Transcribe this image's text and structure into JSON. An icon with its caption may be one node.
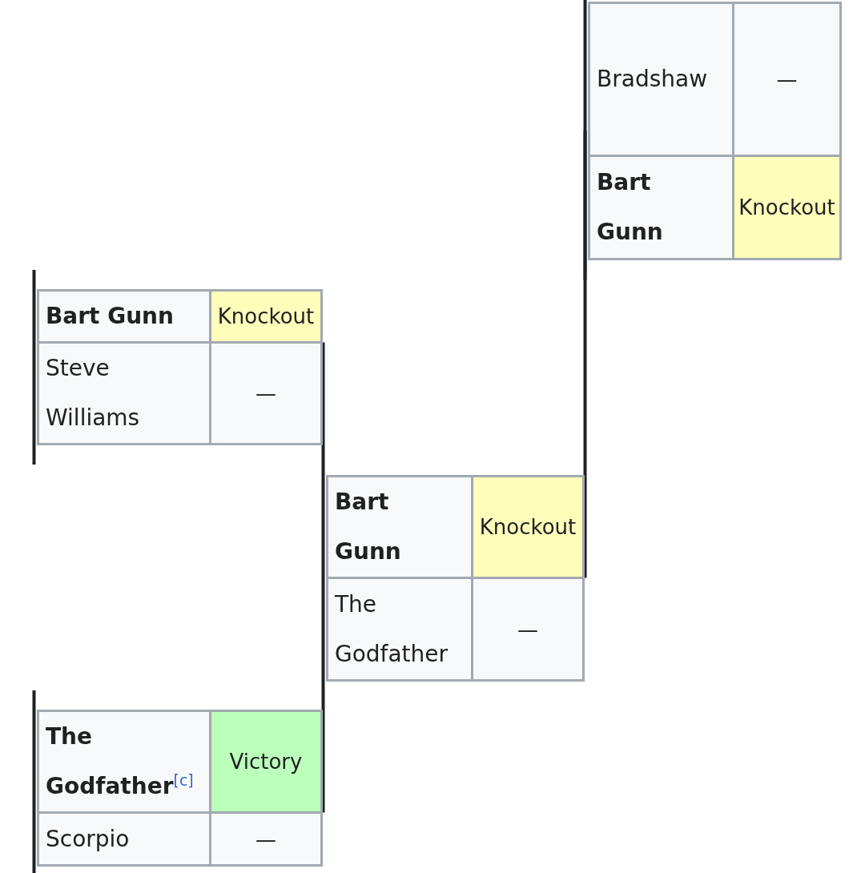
{
  "diagram": {
    "nodes": [
      {
        "text": [
          "Bart Gunn",
          "Knockout",
          "Steve Williams",
          "—"
        ]
      },
      {
        "text": [
          "The Godfather$^{[c]}$",
          "Victory",
          "Scorpio",
          "—"
        ]
      },
      {
        "text": [
          "Bart Gunn",
          "Knockout",
          "The Godfather",
          "—"
        ]
      },
      {
        "text": [
          "Bradshaw",
          "—",
          "Bart Gunn",
          "Knockout"
        ]
      }
    ],
    "edges": [
      {
        "from": null,
        "to": 0,
        "arrow": "none"
      },
      {
        "from": null,
        "to": 1,
        "arrow": "none"
      },
      {
        "from": 0,
        "to": 2,
        "arrow": "none"
      },
      {
        "from": 1,
        "to": 2,
        "arrow": "none"
      },
      {
        "from": 2,
        "to": 3,
        "arrow": "none"
      },
      {
        "from": null,
        "to": 3,
        "arrow": "none"
      }
    ]
  }
}
